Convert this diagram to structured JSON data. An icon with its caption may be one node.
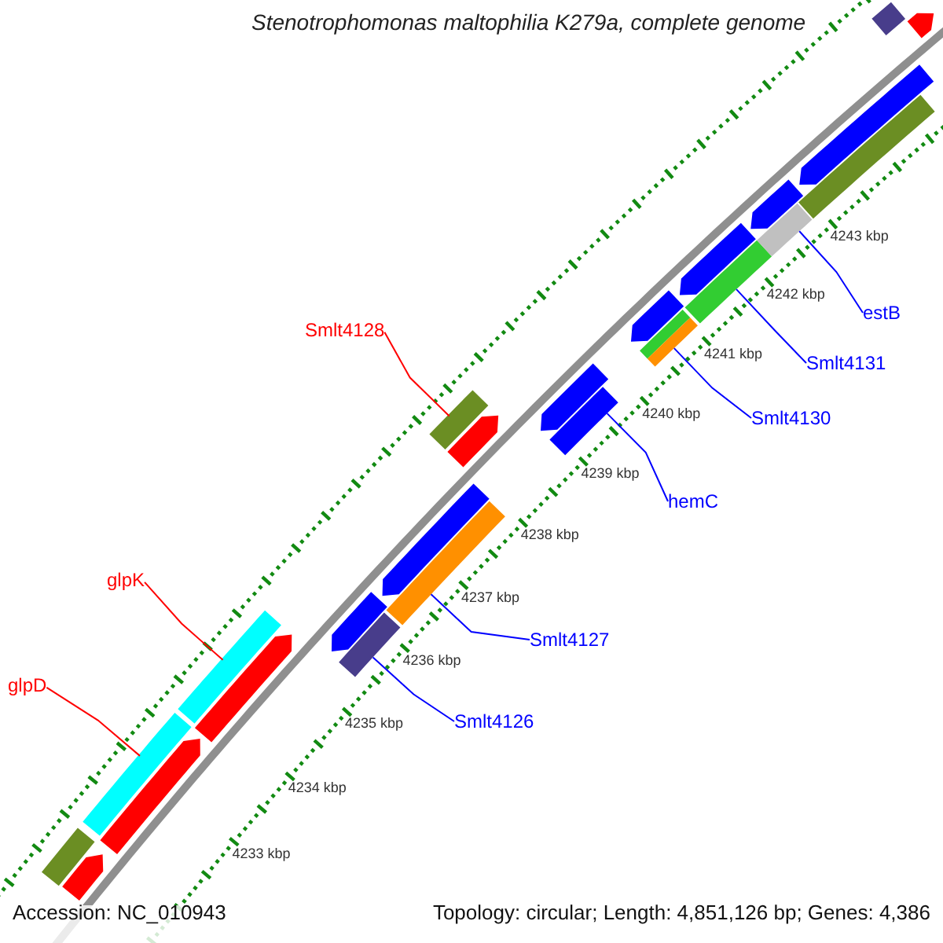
{
  "diagram": {
    "title": "Stenotrophomonas maltophilia K279a, complete genome",
    "nodes": [
      {
        "text": [
          "estB"
        ]
      },
      {
        "text": [
          "Smlt4128"
        ]
      },
      {
        "text": [
          "Smlt4131"
        ]
      },
      {
        "text": [
          "Smlt4130"
        ]
      },
      {
        "text": [
          "hemC"
        ]
      },
      {
        "text": [
          "glpK"
        ]
      },
      {
        "text": [
          "Smlt4127"
        ]
      },
      {
        "text": [
          "glpD"
        ]
      },
      {
        "text": [
          "Smlt4126"
        ]
      },
      {
        "text": [],
        "shape": "pentagon"
      },
      {
        "text": [],
        "shape": "bar"
      },
      {
        "text": [],
        "shape": "pentagon"
      },
      {
        "text": [],
        "shape": "bar"
      },
      {
        "text": [],
        "shape": "pentagon"
      },
      {
        "text": [],
        "shape": "bar"
      },
      {
        "text": [],
        "shape": "bar"
      },
      {
        "text": [],
        "shape": "pentagon"
      },
      {
        "text": [],
        "shape": "bar"
      },
      {
        "text": [],
        "shape": "pentagon"
      },
      {
        "text": [],
        "shape": "pentagon"
      },
      {
        "text": [],
        "shape": "bar"
      },
      {
        "text": [],
        "shape": "pentagon"
      },
      {
        "text": [],
        "shape": "bar"
      },
      {
        "text": [],
        "shape": "pentagon"
      },
      {
        "text": [],
        "shape": "bar"
      },
      {
        "text": [],
        "shape": "pentagon"
      },
      {
        "text": [],
        "shape": "bar"
      },
      {
        "text": [],
        "shape": "pentagon"
      },
      {
        "text": [],
        "shape": "bar"
      },
      {
        "text": [],
        "shape": "pentagon"
      },
      {
        "text": [],
        "shape": "bar"
      },
      {
        "text": [],
        "shape": "bar"
      },
      {
        "text": [],
        "shape": "pentagon"
      }
    ],
    "edges": [
      {
        "from": 0,
        "to": 28,
        "arrow": "none"
      },
      {
        "from": 1,
        "to": 20,
        "arrow": "none",
        "color": "#ff0000"
      },
      {
        "from": 2,
        "to": 26,
        "arrow": "none"
      },
      {
        "from": 3,
        "to": 24,
        "arrow": "none"
      },
      {
        "from": 4,
        "to": 22,
        "arrow": "none"
      },
      {
        "from": 5,
        "to": 14,
        "arrow": "none",
        "color": "#ff0000"
      },
      {
        "from": 6,
        "to": 17,
        "arrow": "none"
      },
      {
        "from": 7,
        "to": 12,
        "arrow": "none",
        "color": "#ff0000"
      },
      {
        "from": 8,
        "to": 15,
        "arrow": "none"
      }
    ],
    "labels": [
      "4243 kbp",
      "4242 kbp",
      "4241 kbp",
      "4240 kbp",
      "4239 kbp",
      "4238 kbp",
      "4237 kbp",
      "4236 kbp",
      "4235 kbp",
      "4234 kbp",
      "4233 kbp",
      "Accession: NC_010943",
      "Topology: circular; Length: 4,851,126 bp; Genes: 4,386"
    ]
  }
}
